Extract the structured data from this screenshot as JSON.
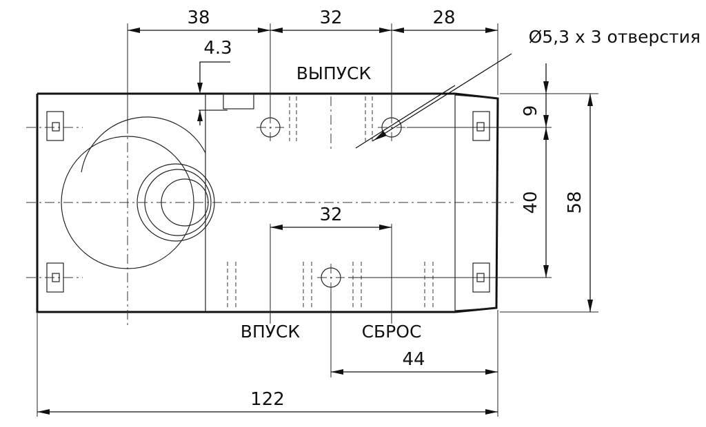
{
  "dimensions": {
    "top_left": "38",
    "top_mid": "32",
    "top_right": "28",
    "offset": "4.3",
    "inner_pitch": "32",
    "right_top": "9",
    "right_mid": "40",
    "right_total": "58",
    "bottom_exhaust": "44",
    "bottom_total": "122"
  },
  "labels": {
    "outlet": "ВЫПУСК",
    "inlet": "ВПУСК",
    "exhaust": "СБРОС",
    "holes": "Ø5,3 x 3 отверстия"
  }
}
